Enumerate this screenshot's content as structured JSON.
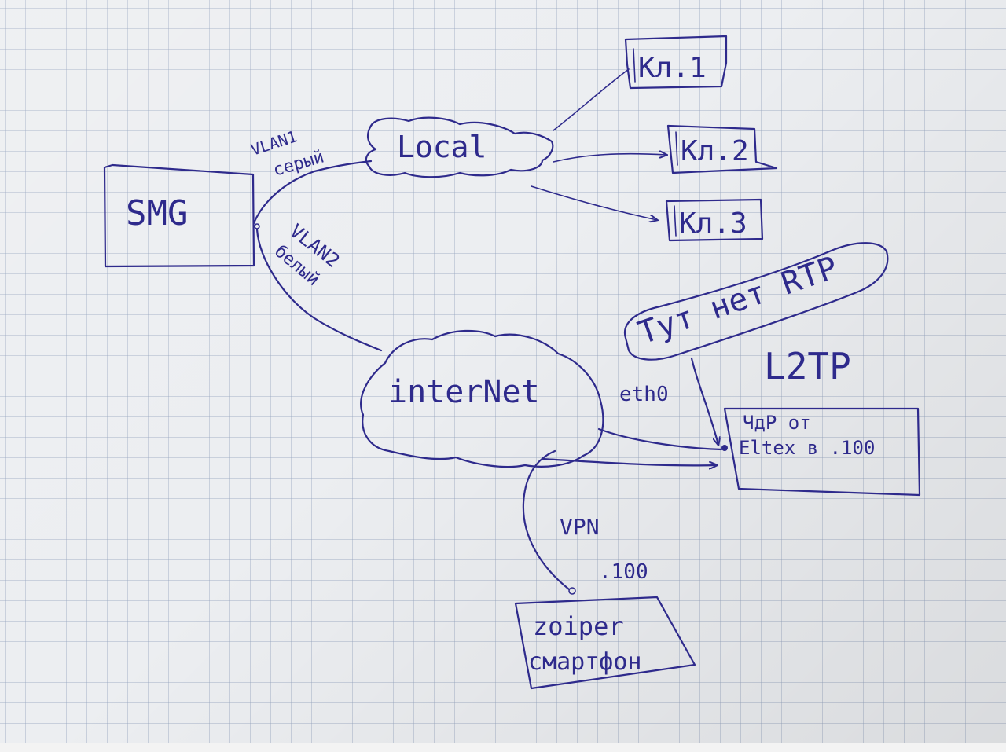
{
  "colors": {
    "ink": "#2e2a8c",
    "paper": "#eceef1",
    "grid": "#9aa5be"
  },
  "nodes": {
    "smg": "SMG",
    "local": "Local",
    "kl1": "Кл.1",
    "kl2": "Кл.2",
    "kl3": "Кл.3",
    "internet": "interNet",
    "elter_line1": "ЧдР от",
    "elter_line2": "Eltex в .100",
    "zoiper_line1": "zoiper",
    "zoiper_line2": "смартфон",
    "callout": "Тут нет RTP"
  },
  "links": {
    "vlan1_line1": "VLAN1",
    "vlan1_line2": "серый",
    "vlan2_line1": "VLAN2",
    "vlan2_line2": "белый",
    "eth0": "eth0",
    "vpn": "VPN",
    "vpn_ip": ".100",
    "l2tp": "L2TP"
  }
}
